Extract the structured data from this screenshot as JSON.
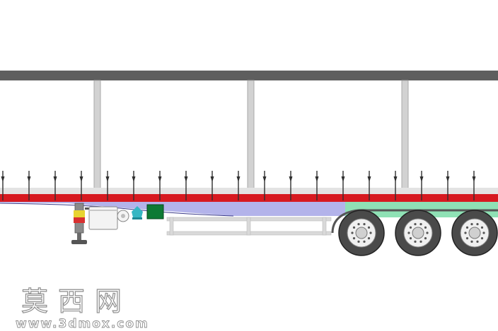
{
  "diagram": {
    "subject": "flatbed semi-trailer side elevation",
    "colors": {
      "roof_rail": "#5e5e5e",
      "posts": "#d2d2d2",
      "post_edge": "#a9a9a9",
      "side_rail": "#d71920",
      "rail_band": "#e3e3e3",
      "chassis": "#b3b3ea",
      "suspension": "#8fe0b5",
      "frame": "#d9d9d9",
      "tire": "#4a4a4a",
      "rim": "#f0f0f0",
      "tank": "#37b7c3",
      "box_green": "#0d7a34",
      "toolbox": "#f3f3f3",
      "leg_yellow": "#e8d431",
      "leg_red": "#d83030"
    },
    "stake_count": 19,
    "axle_count": 3
  },
  "watermark": {
    "chinese": "莫西网",
    "url": "www.3dmox.com"
  }
}
